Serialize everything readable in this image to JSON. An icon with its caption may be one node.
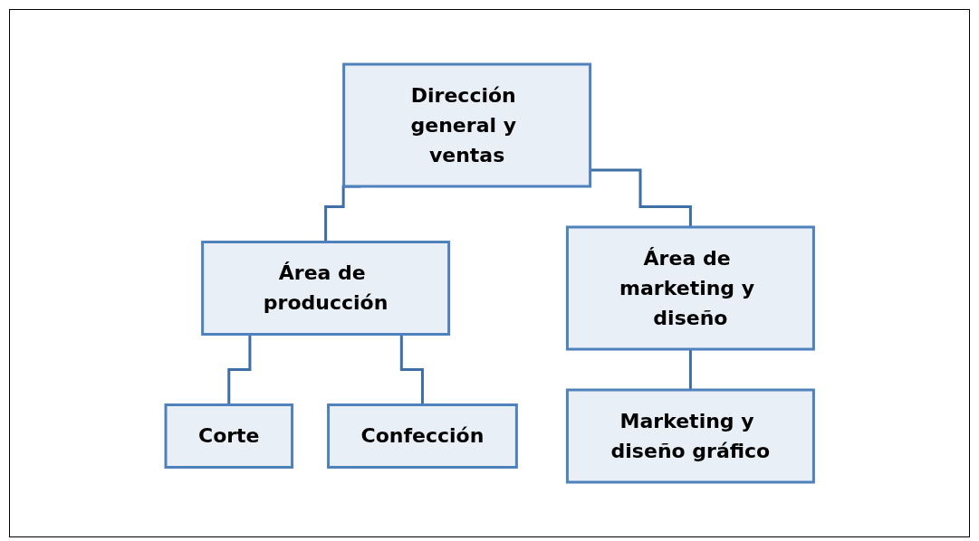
{
  "diagram": {
    "nodes": [
      {
        "text": [
          "Dirección general y ventas"
        ]
      },
      {
        "text": [
          "Área de producción"
        ]
      },
      {
        "text": [
          "Área de marketing y diseño"
        ]
      },
      {
        "text": [
          "Corte"
        ]
      },
      {
        "text": [
          "Confección"
        ]
      },
      {
        "text": [
          "Marketing y diseño gráfico"
        ]
      }
    ],
    "edges": [
      {
        "from": 0,
        "to": 1,
        "arrow": "none"
      },
      {
        "from": 0,
        "to": 2,
        "arrow": "none"
      },
      {
        "from": 1,
        "to": 3,
        "arrow": "none"
      },
      {
        "from": 1,
        "to": 4,
        "arrow": "none"
      },
      {
        "from": 2,
        "to": 5,
        "arrow": "none"
      }
    ]
  }
}
